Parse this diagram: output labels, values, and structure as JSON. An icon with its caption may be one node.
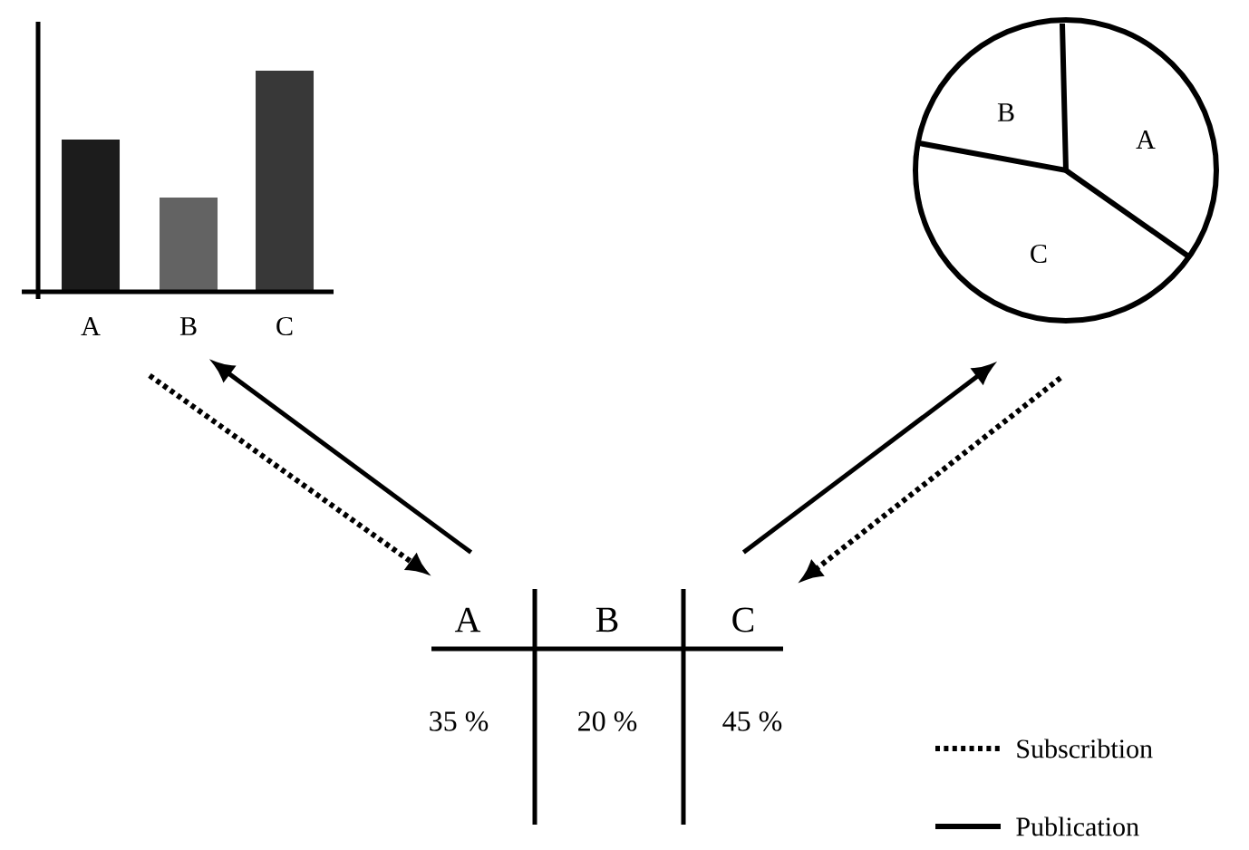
{
  "diagram": {
    "nodes": [
      {
        "text": [],
        "shape": "picture"
      },
      {
        "text": [],
        "shape": "picture"
      },
      {
        "text": [
          "A",
          "B",
          "C",
          "35 %",
          "20 %",
          "45 %"
        ]
      }
    ],
    "edges": [
      {
        "from": 0,
        "to": 2,
        "arrow": "to",
        "style": "dashed"
      },
      {
        "from": 2,
        "to": 0,
        "arrow": "to"
      },
      {
        "from": 2,
        "to": 1,
        "arrow": "to"
      },
      {
        "from": 1,
        "to": 2,
        "arrow": "to",
        "style": "dashed"
      }
    ],
    "labels": [
      "B",
      "A",
      "C",
      "A",
      "B",
      "C"
    ],
    "legend": [
      {
        "text": "Subscribtion"
      },
      {
        "text": "Publication"
      }
    ]
  }
}
